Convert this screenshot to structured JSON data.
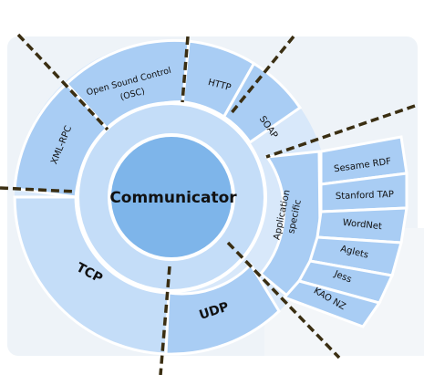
{
  "center": {
    "label": "Communicator"
  },
  "transport": [
    {
      "id": "tcp",
      "label": "TCP"
    },
    {
      "id": "udp",
      "label": "UDP"
    }
  ],
  "protocols": [
    {
      "id": "xmlrpc",
      "lines": [
        "XML-RPC"
      ]
    },
    {
      "id": "osc",
      "lines": [
        "Open Sound Control",
        "(OSC)"
      ]
    },
    {
      "id": "http",
      "lines": [
        "HTTP"
      ]
    },
    {
      "id": "soap",
      "lines": [
        "SOAP"
      ]
    },
    {
      "id": "appspecific",
      "lines": [
        "Application",
        "specific"
      ]
    }
  ],
  "applications": [
    "Sesame RDF",
    "Stanford TAP",
    "WordNet",
    "Aglets",
    "Jess",
    "KAO NZ"
  ],
  "colors": {
    "segment": "#a9cdf4",
    "segment_light": "#c4ddf8",
    "ring_light": "#d8e8fa",
    "center": "#7eb5ea",
    "separator": "#ffffff",
    "divider": "#3a2e12",
    "divider_accent": "#c9a13b",
    "text": "#111111"
  }
}
